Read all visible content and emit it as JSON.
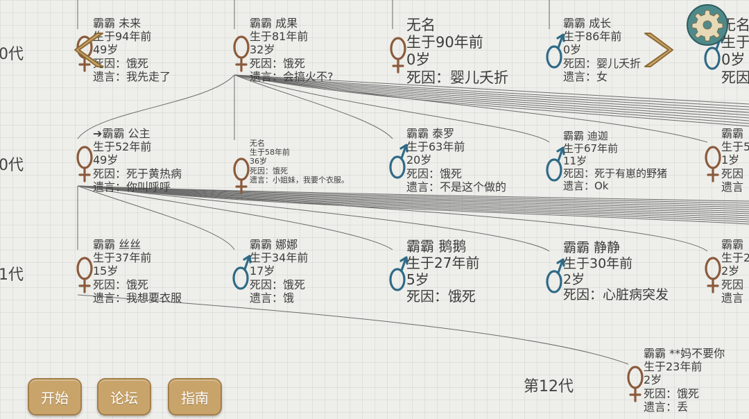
{
  "generations": [
    {
      "label": "0代"
    },
    {
      "label": "0代"
    },
    {
      "label": "1代"
    },
    {
      "label": "第12代"
    }
  ],
  "people": [
    {
      "gender": "female",
      "lines": [
        "霸霸 未来",
        "生于94年前",
        "49岁",
        "死因：饿死",
        "遗言：我先走了"
      ]
    },
    {
      "gender": "female",
      "lines": [
        "霸霸 成果",
        "生于81年前",
        "32岁",
        "死因：饿死",
        "遗言：会搞火不?"
      ]
    },
    {
      "gender": "female",
      "lines": [
        "无名",
        "生于90年前",
        "0岁",
        "死因：婴儿夭折"
      ]
    },
    {
      "gender": "male",
      "lines": [
        "霸霸 成长",
        "生于86年前",
        "0岁",
        "死因：婴儿夭折",
        "遗言：女"
      ]
    },
    {
      "gender": "male",
      "lines": [
        "无名",
        "生于",
        "0岁",
        "死因"
      ]
    },
    {
      "gender": "female",
      "lines": [
        "➔霸霸 公主",
        "生于52年前",
        "49岁",
        "死因：死于黄热病",
        "遗言：你叫呼呼"
      ]
    },
    {
      "gender": "female",
      "lines": [
        "无名",
        "生于58年前",
        "36岁",
        "死因：饿死",
        "遗言：小姐妹，我要个衣服。"
      ]
    },
    {
      "gender": "male",
      "lines": [
        "霸霸 泰罗",
        "生于63年前",
        "20岁",
        "死因：饿死",
        "遗言：不是这个做的"
      ]
    },
    {
      "gender": "male",
      "lines": [
        "霸霸 迪迦",
        "生于67年前",
        "11岁",
        "死因：死于有崽的野猪",
        "遗言：Ok"
      ]
    },
    {
      "gender": "female",
      "lines": [
        "霸霸",
        "生于5",
        "1岁",
        "死因",
        "遗言"
      ]
    },
    {
      "gender": "female",
      "lines": [
        "霸霸 丝丝",
        "生于37年前",
        "15岁",
        "死因：饿死",
        "遗言：我想要衣服"
      ]
    },
    {
      "gender": "male",
      "lines": [
        "霸霸 娜娜",
        "生于34年前",
        "17岁",
        "死因：饿死",
        "遗言：饿"
      ]
    },
    {
      "gender": "male",
      "lines": [
        "霸霸 鹅鹅",
        "生于27年前",
        "5岁",
        "死因：饿死"
      ]
    },
    {
      "gender": "male",
      "lines": [
        "霸霸 静静",
        "生于30年前",
        "2岁",
        "死因：心脏病突发"
      ]
    },
    {
      "gender": "female",
      "lines": [
        "霸霸",
        "生于2",
        "2岁",
        "死因",
        "遗言"
      ]
    },
    {
      "gender": "female",
      "lines": [
        "霸霸 **妈不要你",
        "生于23年前",
        "2岁",
        "死因：饿死",
        "遗言：丢"
      ]
    }
  ],
  "nav": {
    "prev_icon": "chevron-left-icon",
    "next_icon": "chevron-right-icon",
    "settings_icon": "gear-icon"
  },
  "buttons": {
    "start": "开始",
    "forum": "论坛",
    "guide": "指南"
  },
  "colors": {
    "female": "#8a5a3c",
    "male": "#2f6a86",
    "button": "#c9a46a",
    "gear": "#4f8a8a",
    "arrow": "#c9a46a"
  }
}
